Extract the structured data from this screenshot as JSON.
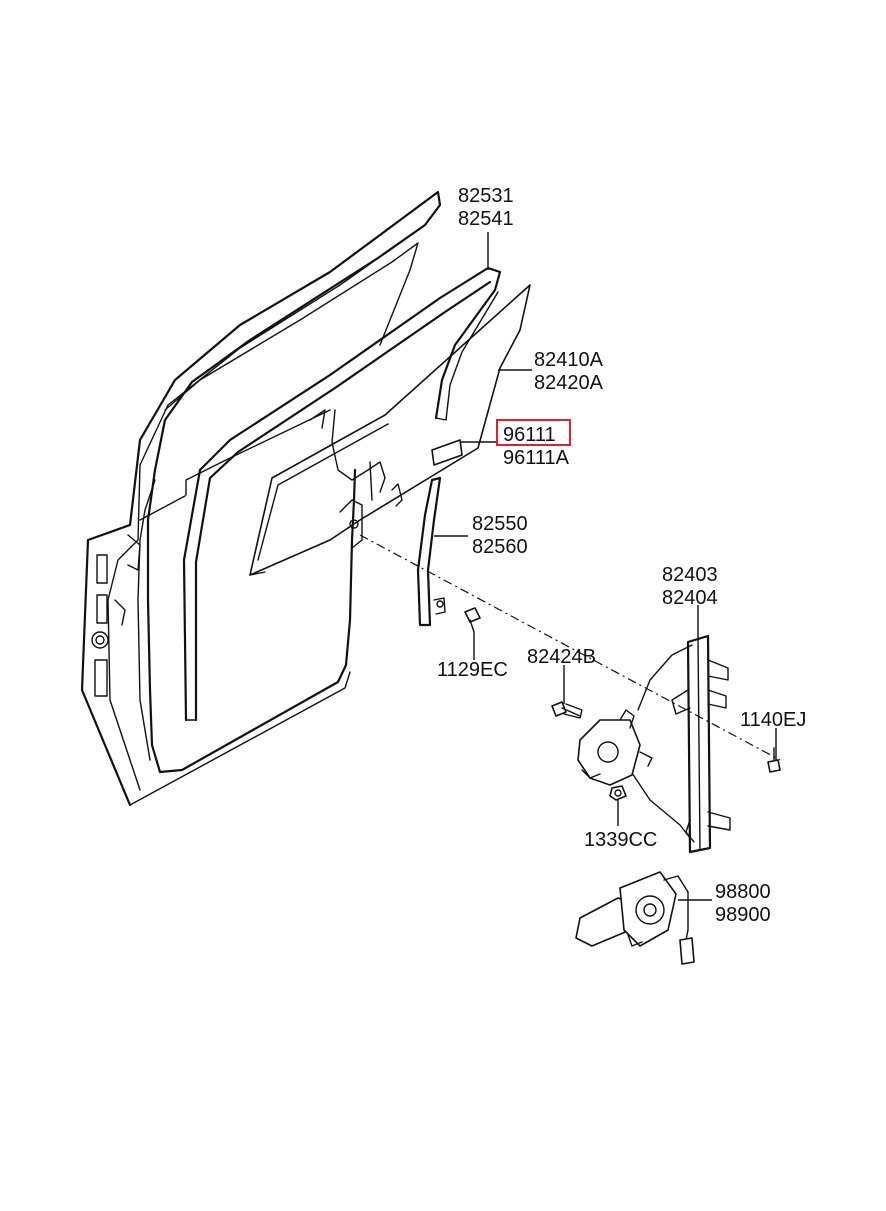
{
  "labels": {
    "glass_run_a": "82531",
    "glass_run_b": "82541",
    "door_glass_a": "82410A",
    "door_glass_b": "82420A",
    "sticker_a": "96111",
    "sticker_b": "96111A",
    "channel_a": "82550",
    "channel_b": "82560",
    "screw_1129": "1129EC",
    "bolt_82424": "82424B",
    "regulator_a": "82403",
    "regulator_b": "82404",
    "bolt_1140": "1140EJ",
    "nut_1339": "1339CC",
    "motor_a": "98800",
    "motor_b": "98900"
  },
  "highlight": {
    "label": "96111",
    "color": "#e0202a"
  }
}
